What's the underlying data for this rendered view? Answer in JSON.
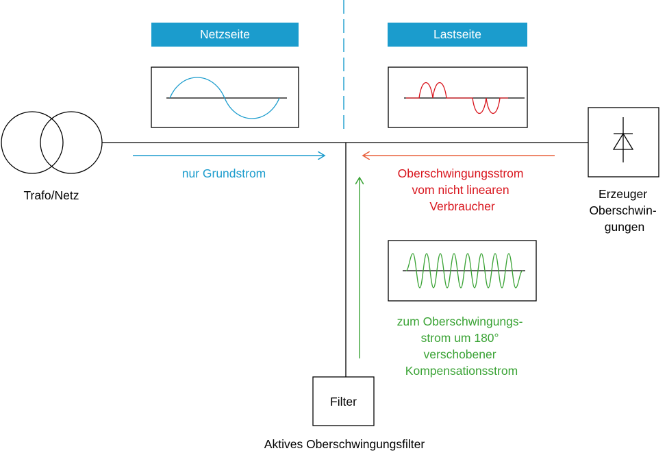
{
  "colors": {
    "blue": "#1b9ccd",
    "red": "#d8141c",
    "green": "#3aa335",
    "orange_arrow": "#e8603c",
    "black": "#000000"
  },
  "sections": {
    "grid_side": "Netzseite",
    "load_side": "Lastseite"
  },
  "labels": {
    "transformer": "Trafo/Netz",
    "fundamental_current": "nur Grundstrom",
    "harmonic_current": [
      "Oberschwingungsstrom",
      "vom nicht linearen",
      "Verbraucher"
    ],
    "generator": [
      "Erzeuger",
      "Oberschwin-",
      "gungen"
    ],
    "compensation_current": [
      "zum Oberschwingungs-",
      "strom um 180°",
      "verschobener",
      "Kompensationsstrom"
    ],
    "filter_box": "Filter",
    "filter_caption": "Aktives Oberschwingungsfilter"
  },
  "icons": {
    "transformer": "transformer-symbol-icon",
    "rectifier": "diode-symbol-icon"
  }
}
